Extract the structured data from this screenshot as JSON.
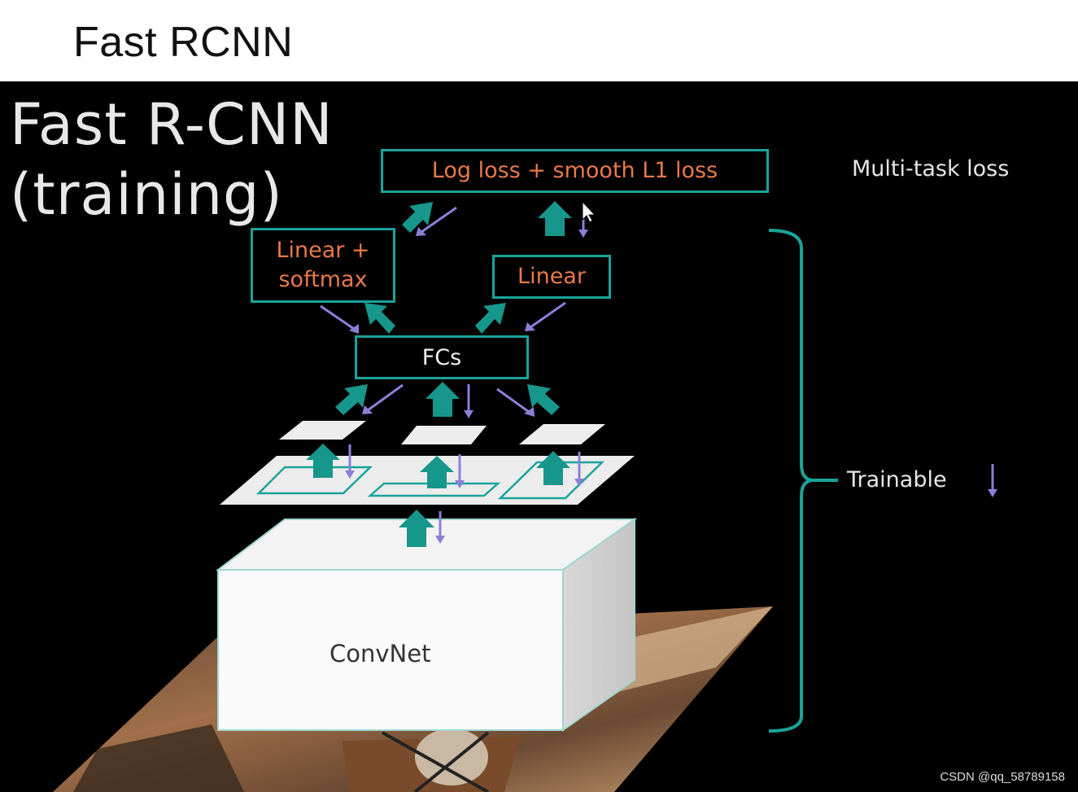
{
  "header": {
    "title": "Fast RCNN"
  },
  "slide": {
    "title_line1": "Fast R-CNN",
    "title_line2": "(training)",
    "loss_box": "Log loss + smooth L1 loss",
    "multi_task_label": "Multi-task loss",
    "linear_softmax_line1": "Linear +",
    "linear_softmax_line2": "softmax",
    "linear_box": "Linear",
    "fcs_box": "FCs",
    "trainable_label": "Trainable",
    "convnet_label": "ConvNet"
  },
  "watermark": "CSDN @qq_58789158",
  "colors": {
    "teal": "#1aa39a",
    "arrow_teal": "#17968c",
    "backprop_purple": "#8a80d8",
    "loss_text": "#e8794a",
    "slide_bg": "#000000"
  }
}
